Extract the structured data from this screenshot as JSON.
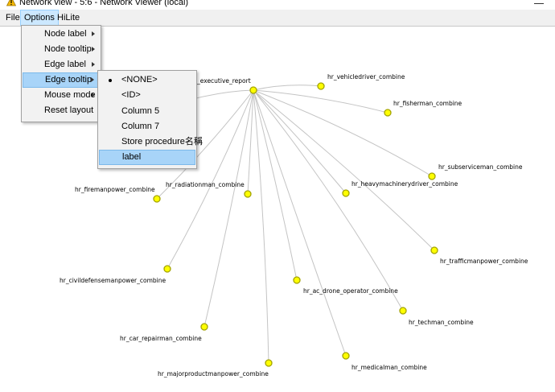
{
  "window": {
    "title": "Network view - 5:6 - Network Viewer (local)",
    "icon": "warning-triangle-icon",
    "accent_color": "#f5b800"
  },
  "menubar": {
    "items": [
      {
        "label": "File"
      },
      {
        "label": "Options"
      },
      {
        "label": "HiLite"
      }
    ]
  },
  "options_menu": {
    "items": [
      {
        "label": "Node label",
        "has_submenu": true
      },
      {
        "label": "Node tooltip",
        "has_submenu": true
      },
      {
        "label": "Edge label",
        "has_submenu": true
      },
      {
        "label": "Edge tooltip",
        "has_submenu": true,
        "highlighted": true
      },
      {
        "label": "Mouse mode",
        "has_submenu": true
      },
      {
        "label": "Reset layout",
        "has_submenu": false
      }
    ]
  },
  "edge_tooltip_submenu": {
    "items": [
      {
        "label": "<NONE>",
        "selected": true
      },
      {
        "label": "<ID>"
      },
      {
        "label": "Column 5"
      },
      {
        "label": "Column 7"
      },
      {
        "label": "Store procedure名稱"
      },
      {
        "label": "label",
        "highlighted": true
      }
    ]
  },
  "graph": {
    "node_color": "#ffff00",
    "edge_color": "#c4c4c4",
    "hub": {
      "label": "_executive_report"
    },
    "nodes": [
      {
        "label": "hr_vehicledriver_combine"
      },
      {
        "label": "hr_fisherman_combine"
      },
      {
        "label": "hr_subserviceman_combine"
      },
      {
        "label": "hr_heavymachinerydriver_combine"
      },
      {
        "label": "hr_trafficmanpower_combine"
      },
      {
        "label": "hr_techman_combine"
      },
      {
        "label": "hr_medicalman_combine"
      },
      {
        "label": "hr_majorproductmanpower_combine"
      },
      {
        "label": "hr_ac_drone_operator_combine"
      },
      {
        "label": "hr_car_repairman_combine"
      },
      {
        "label": "hr_civildefensemanpower_combine"
      },
      {
        "label": "hr_firemanpower_combine"
      },
      {
        "label": "hr_radiationman_combine"
      },
      {
        "label": ""
      }
    ]
  }
}
